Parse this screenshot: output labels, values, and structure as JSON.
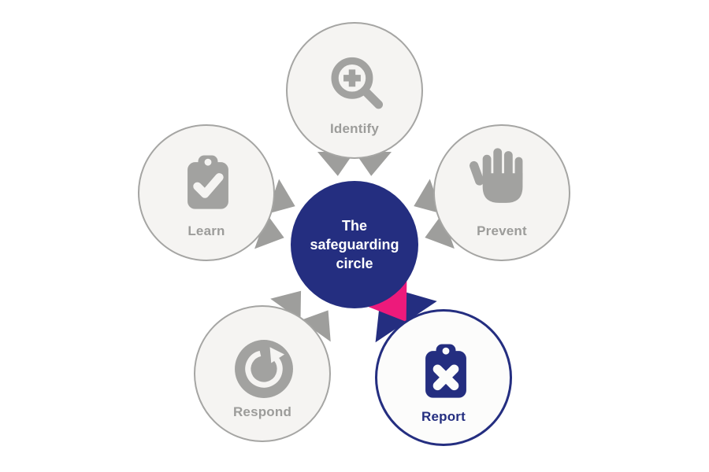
{
  "diagram": {
    "type": "cycle-diagram",
    "center": {
      "full_label": "The safeguarding circle",
      "lines": [
        "The",
        "safeguarding",
        "circle"
      ]
    },
    "nodes": [
      {
        "label": "Identify",
        "icon": "magnifier-zoom-in-icon",
        "state": "default"
      },
      {
        "label": "Prevent",
        "icon": "hand-stop-icon",
        "state": "default"
      },
      {
        "label": "Report",
        "icon": "clipboard-x-icon",
        "state": "selected"
      },
      {
        "label": "Respond",
        "icon": "refresh-arrow-icon",
        "state": "default"
      },
      {
        "label": "Learn",
        "icon": "clipboard-check-icon",
        "state": "default"
      }
    ],
    "colors": {
      "navy": "#242e80",
      "pink": "#ed1a7b",
      "wing_gray": "#9e9e9c",
      "icon_gray": "#a2a2a0",
      "node_fill": "#f5f4f2",
      "node_border": "#a5a5a3",
      "active_fill": "#fcfcfb",
      "label_gray": "#9c9c9a",
      "background": "#ffffff"
    }
  }
}
